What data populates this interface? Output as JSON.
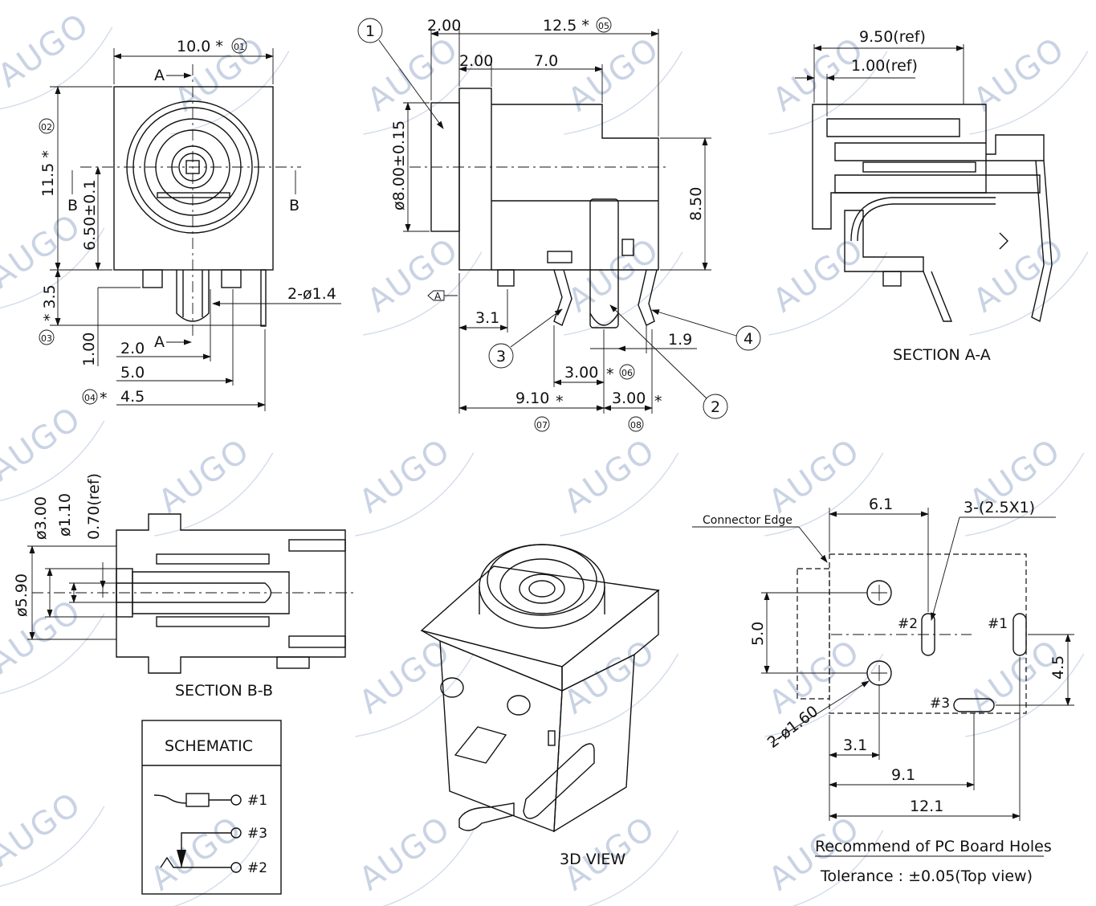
{
  "watermark": "AUGO",
  "front_view": {
    "width": "10.0 *",
    "width_ref": "01",
    "height": "11.5 *",
    "height_ref": "02",
    "center_height": "6.50±0.1",
    "pin_length": "* 3.5",
    "pin_length_ref": "03",
    "pin_dia": "2-ø1.4",
    "dim_100": "1.00",
    "dim_20": "2.0",
    "dim_50": "5.0",
    "dim_45": "4.5",
    "dim_45_prefix": "*",
    "dim_45_ref": "04",
    "section_a": "A",
    "section_b": "B"
  },
  "side_view": {
    "overall": "12.5 *",
    "overall_ref": "05",
    "flange": "2.00",
    "step": "2.00",
    "body": "7.0",
    "dia": "ø8.00±0.15",
    "height": "8.50",
    "datum": "A",
    "d31": "3.1",
    "d19": "1.9",
    "d300_a": "3.00",
    "d300_a_suffix": "*",
    "d300_a_ref": "06",
    "d910": "9.10",
    "d910_suffix": "*",
    "d910_ref": "07",
    "d300_b": "3.00",
    "d300_b_suffix": "*",
    "d300_b_ref": "08",
    "callouts": [
      "1",
      "2",
      "3",
      "4"
    ]
  },
  "section_aa": {
    "ref1": "9.50(ref)",
    "ref2": "1.00(ref)",
    "title": "SECTION A-A"
  },
  "section_bb": {
    "d300": "ø3.00",
    "d110": "ø1.10",
    "d070": "0.70(ref)",
    "d590": "ø5.90",
    "title": "SECTION B-B"
  },
  "schematic": {
    "title": "SCHEMATIC",
    "pin1": "#1",
    "pin2": "#2",
    "pin3": "#3"
  },
  "view3d": {
    "title": "3D VIEW"
  },
  "pcb": {
    "connector_edge": "Connector Edge",
    "d61": "6.1",
    "slots": "3-(2.5X1)",
    "d50": "5.0",
    "d45": "4.5",
    "d31": "3.1",
    "d91": "9.1",
    "d121": "12.1",
    "holes": "2-ø1.60",
    "pin1": "#1",
    "pin2": "#2",
    "pin3": "#3",
    "title": "Recommend of PC Board Holes",
    "tolerance": "Tolerance : ±0.05(Top view)"
  }
}
